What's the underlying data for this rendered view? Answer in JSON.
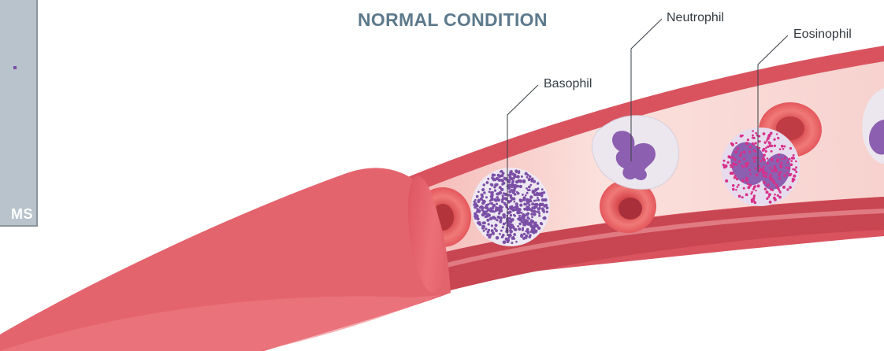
{
  "title": "NORMAL CONDITION",
  "left_panel": {
    "text": "MS"
  },
  "labels": {
    "basophil": "Basophil",
    "neutrophil": "Neutrophil",
    "eosinophil": "Eosinophil"
  },
  "colors": {
    "title": "#5d7a8c",
    "vessel_outer": "#d8535f",
    "vessel_inner": "#f7d0cd",
    "purple_granule": "#7b4fa6",
    "pink_granule": "#d9308a",
    "red_cell": "#e2565c"
  }
}
